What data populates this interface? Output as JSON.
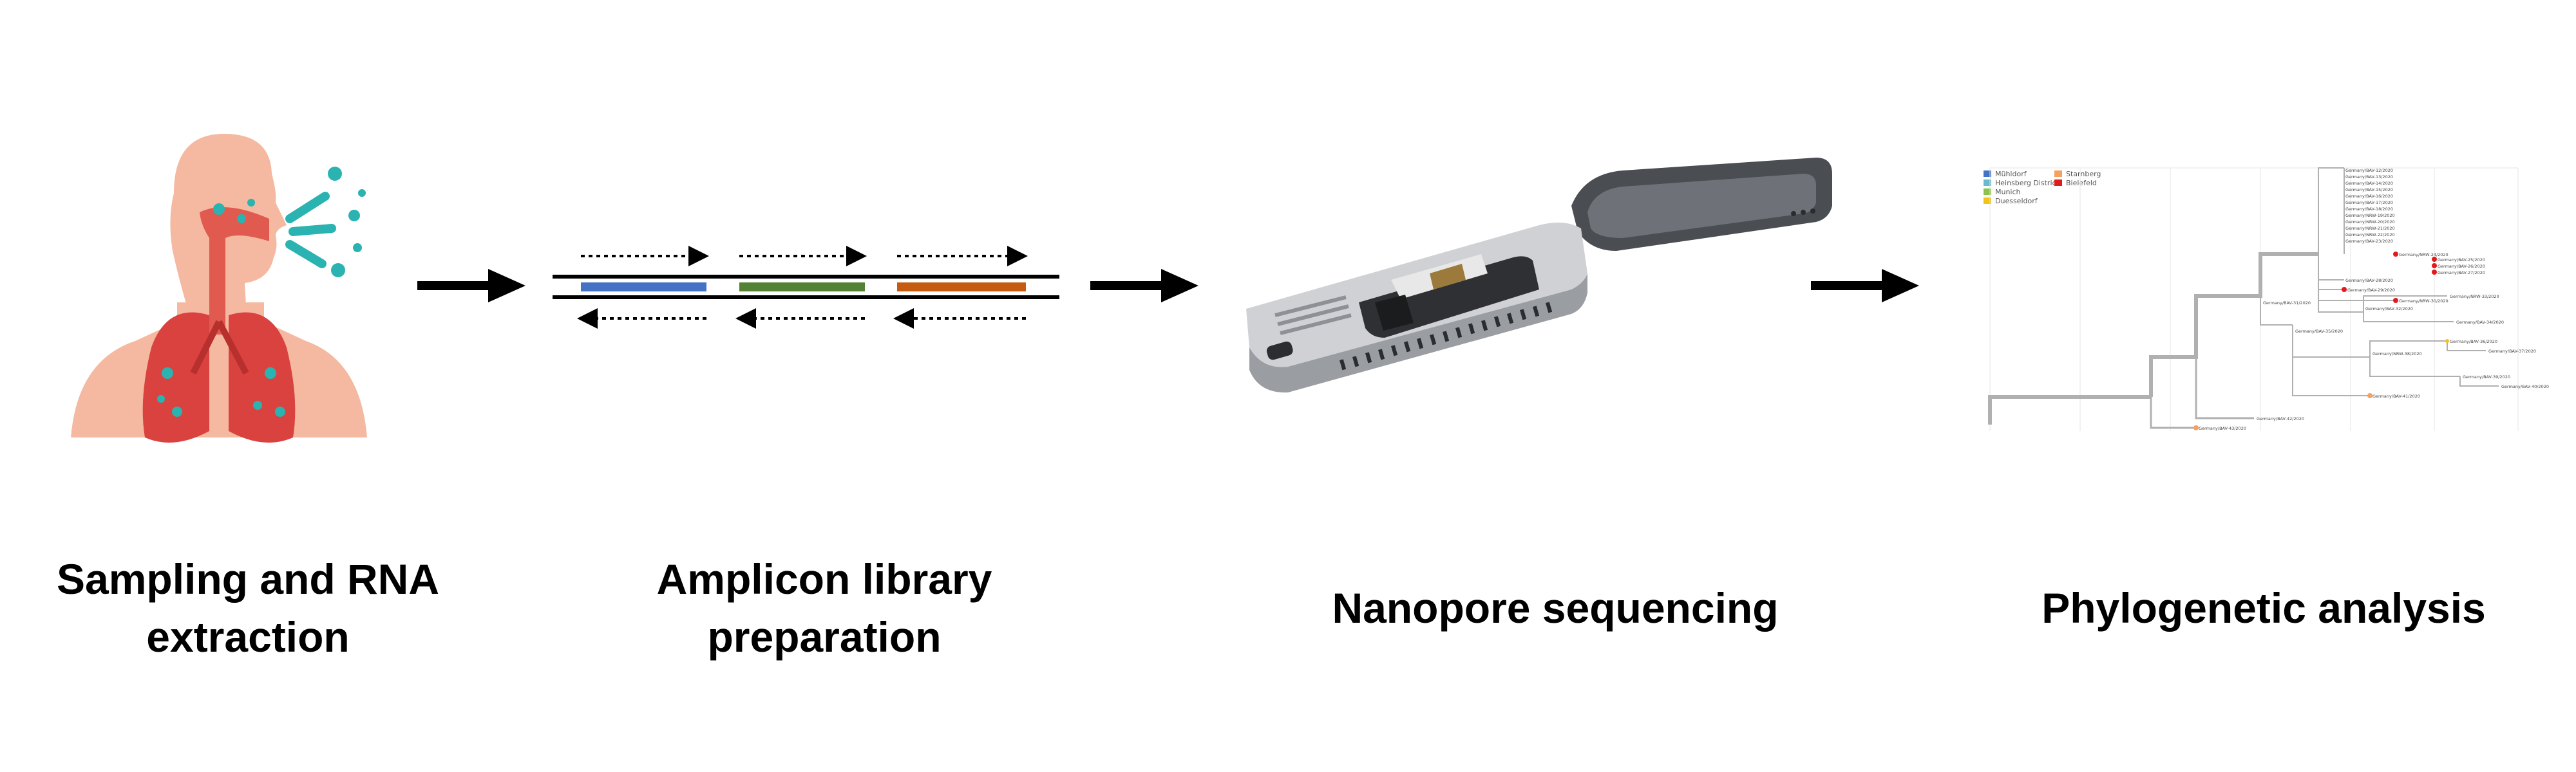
{
  "steps": [
    {
      "id": "sampling",
      "line1": "Sampling and RNA",
      "line2": "extraction",
      "icon": "respiratory-system-icon"
    },
    {
      "id": "amplicon",
      "line1": "Amplicon library",
      "line2": "preparation",
      "icon": "amplicon-strands-icon"
    },
    {
      "id": "nanopore",
      "line1": "Nanopore sequencing",
      "line2": "",
      "icon": "nanopore-sequencer-device"
    },
    {
      "id": "phylo",
      "line1": "Phylogenetic analysis",
      "line2": "",
      "icon": "phylogenetic-tree-figure"
    }
  ],
  "amplicon_colors": [
    "#4472c4",
    "#548235",
    "#c55a11"
  ],
  "tree_legend": [
    {
      "label": "Mühldorf",
      "color": "#4472c4"
    },
    {
      "label": "Heinsberg District",
      "color": "#6bbbd0"
    },
    {
      "label": "Munich",
      "color": "#8bc34a"
    },
    {
      "label": "Duesseldorf",
      "color": "#f0c419"
    },
    {
      "label": "Starnberg",
      "color": "#f4a261"
    },
    {
      "label": "Bielefeld",
      "color": "#e31a1c"
    }
  ],
  "tree_leaves": [
    "Germany/BAV-12/2020",
    "Germany/BAV-13/2020",
    "Germany/BAV-14/2020",
    "Germany/BAV-15/2020",
    "Germany/BAV-16/2020",
    "Germany/BAV-17/2020",
    "Germany/BAV-18/2020",
    "Germany/NRW-19/2020",
    "Germany/NRW-20/2020",
    "Germany/NRW-21/2020",
    "Germany/NRW-22/2020",
    "Germany/BAV-23/2020",
    "Germany/NRW-24/2020",
    "Germany/BAV-25/2020",
    "Germany/BAV-26/2020",
    "Germany/BAV-27/2020",
    "Germany/BAV-28/2020",
    "Germany/BAV-29/2020",
    "Germany/NRW-30/2020",
    "Germany/BAV-31/2020",
    "Germany/BAV-32/2020",
    "Germany/NRW-33/2020",
    "Germany/BAV-34/2020",
    "Germany/BAV-35/2020",
    "Germany/BAV-36/2020",
    "Germany/BAV-37/2020",
    "Germany/NRW-38/2020",
    "Germany/BAV-39/2020",
    "Germany/BAV-40/2020",
    "Germany/BAV-41/2020",
    "Germany/BAV-42/2020",
    "Germany/BAV-43/2020"
  ]
}
